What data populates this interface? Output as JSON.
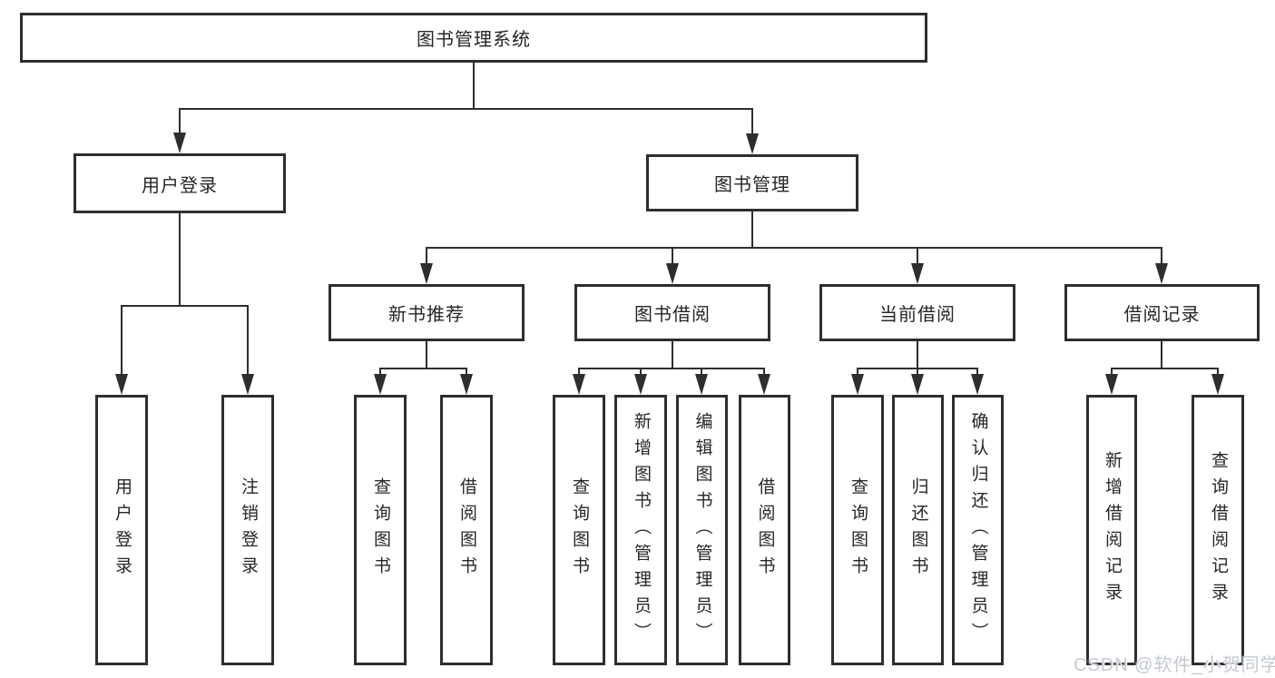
{
  "colors": {
    "line": "#2e2e2e",
    "box_border": "#2e2e2e",
    "text": "#262626",
    "background": "#ffffff",
    "watermark": "#c3c9d0"
  },
  "nodes": {
    "root": {
      "label": "图书管理系统"
    },
    "level2": [
      {
        "label": "用户登录"
      },
      {
        "label": "图书管理"
      }
    ],
    "level3": [
      {
        "label": "新书推荐"
      },
      {
        "label": "图书借阅"
      },
      {
        "label": "当前借阅"
      },
      {
        "label": "借阅记录"
      }
    ],
    "leaves": {
      "g1": [
        {
          "label": "用户登录"
        },
        {
          "label": "注销登录"
        }
      ],
      "g2": [
        {
          "label": "查询图书"
        },
        {
          "label": "借阅图书"
        }
      ],
      "g3": [
        {
          "label": "查询图书"
        },
        {
          "label": "新增图书（管理员）"
        },
        {
          "label": "编辑图书（管理员）"
        },
        {
          "label": "借阅图书"
        }
      ],
      "g4": [
        {
          "label": "查询图书"
        },
        {
          "label": "归还图书"
        },
        {
          "label": "确认归还（管理员）"
        }
      ],
      "g5": [
        {
          "label": "新增借阅记录"
        },
        {
          "label": "查询借阅记录"
        }
      ]
    }
  },
  "watermark": {
    "text": "CSDN @软件_小贺同学"
  }
}
